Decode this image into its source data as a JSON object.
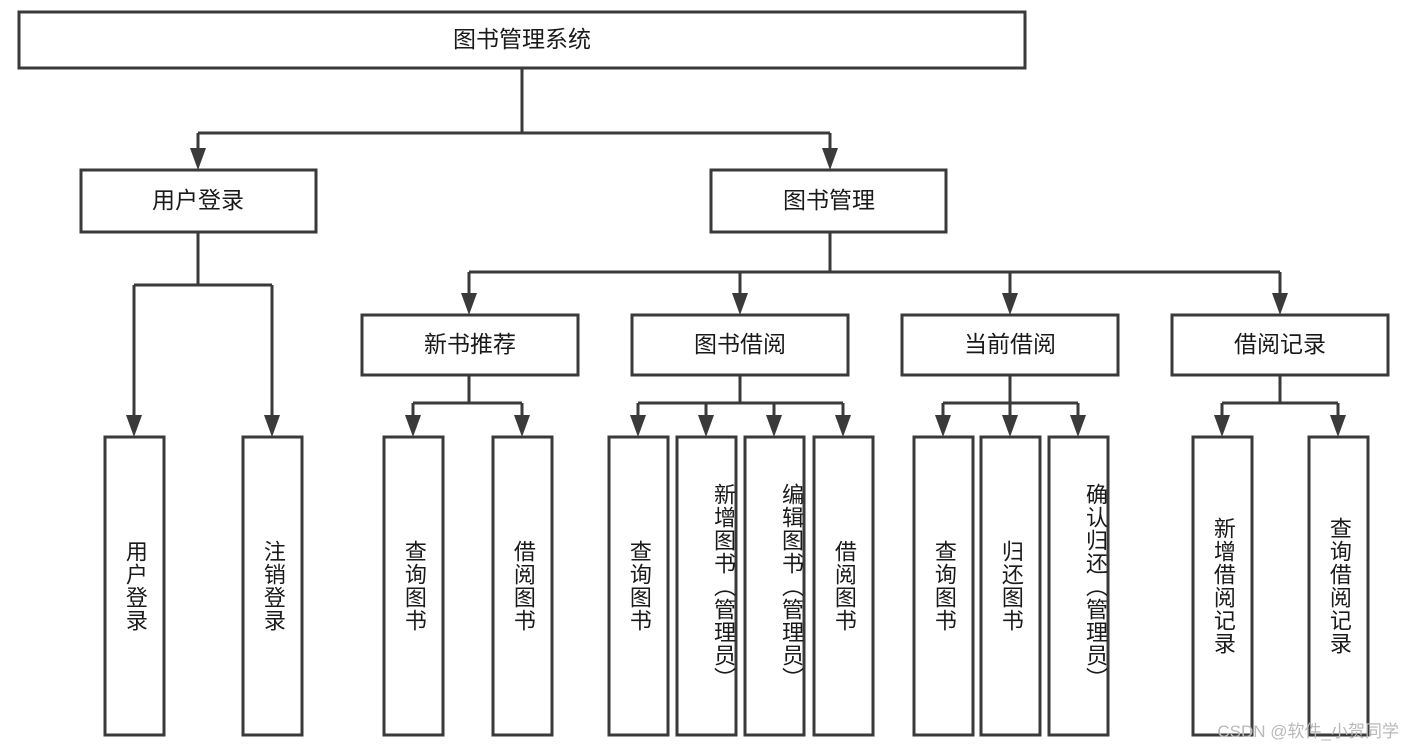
{
  "diagram": {
    "type": "tree-hierarchy-chart",
    "title": "图书管理系统",
    "watermark": "CSDN @软件_小贺同学",
    "colors": {
      "box_stroke": "#3a3a3a",
      "box_fill": "#ffffff",
      "text": "#1a1a1a",
      "background": "#ffffff",
      "watermark": "#b9b9b9"
    },
    "levels": {
      "root": {
        "label": "图书管理系统"
      },
      "level2": [
        {
          "label": "用户登录"
        },
        {
          "label": "图书管理"
        }
      ],
      "level3": [
        {
          "label": "新书推荐"
        },
        {
          "label": "图书借阅"
        },
        {
          "label": "当前借阅"
        },
        {
          "label": "借阅记录"
        }
      ]
    },
    "leaves": {
      "user_login": [
        {
          "label": "用户登录"
        },
        {
          "label": "注销登录"
        }
      ],
      "new_book_recommend": [
        {
          "label": "查询图书"
        },
        {
          "label": "借阅图书"
        }
      ],
      "book_borrow": [
        {
          "label": "查询图书"
        },
        {
          "label": "新增图书（管理员）"
        },
        {
          "label": "编辑图书（管理员）"
        },
        {
          "label": "借阅图书"
        }
      ],
      "current_borrow": [
        {
          "label": "查询图书"
        },
        {
          "label": "归还图书"
        },
        {
          "label": "确认归还（管理员）"
        }
      ],
      "borrow_record": [
        {
          "label": "新增借阅记录"
        },
        {
          "label": "查询借阅记录"
        }
      ]
    }
  }
}
